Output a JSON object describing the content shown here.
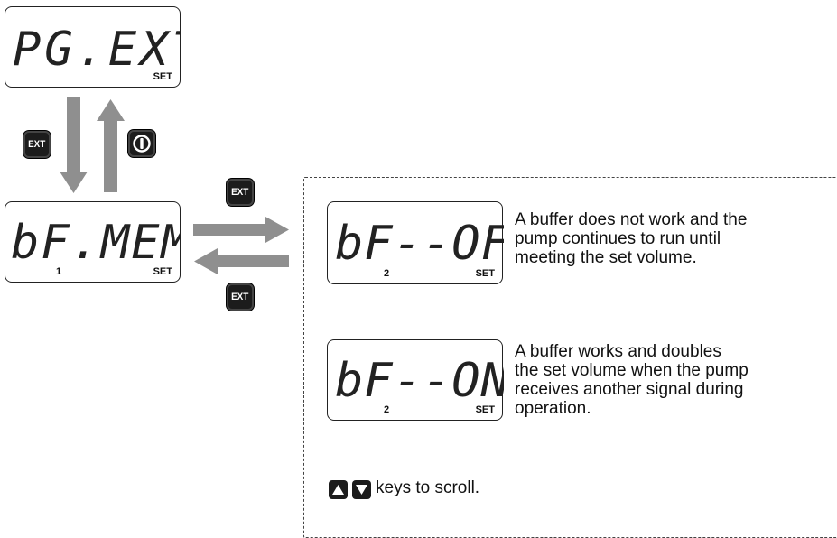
{
  "displays": {
    "top": {
      "text": "PG.EXT",
      "set": "SET"
    },
    "menu": {
      "text": "bF.MEM",
      "set": "SET",
      "step": "1"
    },
    "off": {
      "text": "bF--OF",
      "set": "SET",
      "step": "2"
    },
    "on": {
      "text": "bF--ON",
      "set": "SET",
      "step": "2"
    }
  },
  "keys": {
    "ext_down": "EXT",
    "ext_right": "EXT",
    "ext_left": "EXT",
    "power_icon": "power-icon"
  },
  "descriptions": {
    "off": "A buffer does not work and the\npump continues to run until\nmeeting the set volume.",
    "on": "A buffer works and doubles\nthe set volume when the pump\nreceives another signal during\noperation."
  },
  "scroll": {
    "text": " keys to scroll.",
    "icons": [
      "up-triangle-icon",
      "down-triangle-icon"
    ]
  },
  "colors": {
    "arrow": "#8f8f8f",
    "key": "#1c1c1c"
  }
}
